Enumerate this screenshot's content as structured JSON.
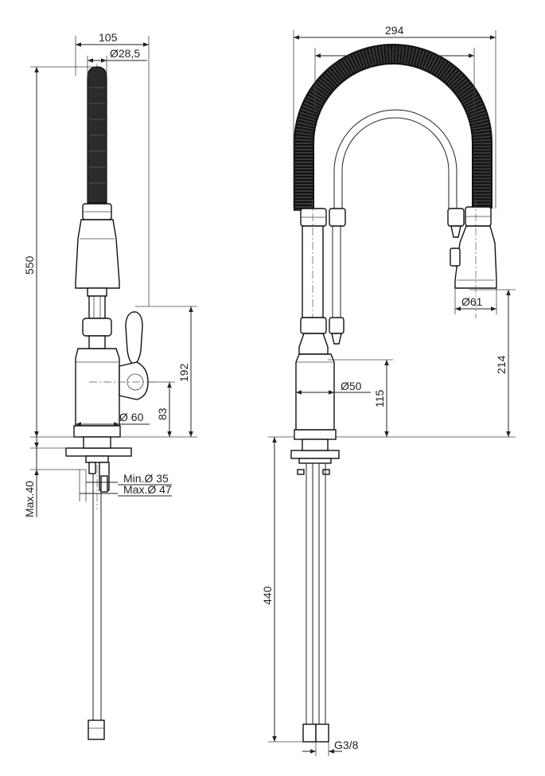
{
  "side_view": {
    "dims": {
      "width_top": "105",
      "hose_diameter": "Ø28,5",
      "height_total": "550",
      "handle_height": "192",
      "handle_axis_height": "83",
      "body_diameter": "Ø 60",
      "deck_thickness": "Max.40",
      "hole_min": "Min.Ø 35",
      "hole_max": "Max.Ø 47"
    }
  },
  "front_view": {
    "dims": {
      "width_outer": "294",
      "width_inner": "234",
      "spray_diameter": "Ø61",
      "spout_height": "214",
      "body_diameter": "Ø50",
      "body_height": "115",
      "supply_length": "440",
      "thread": "G3/8"
    }
  }
}
